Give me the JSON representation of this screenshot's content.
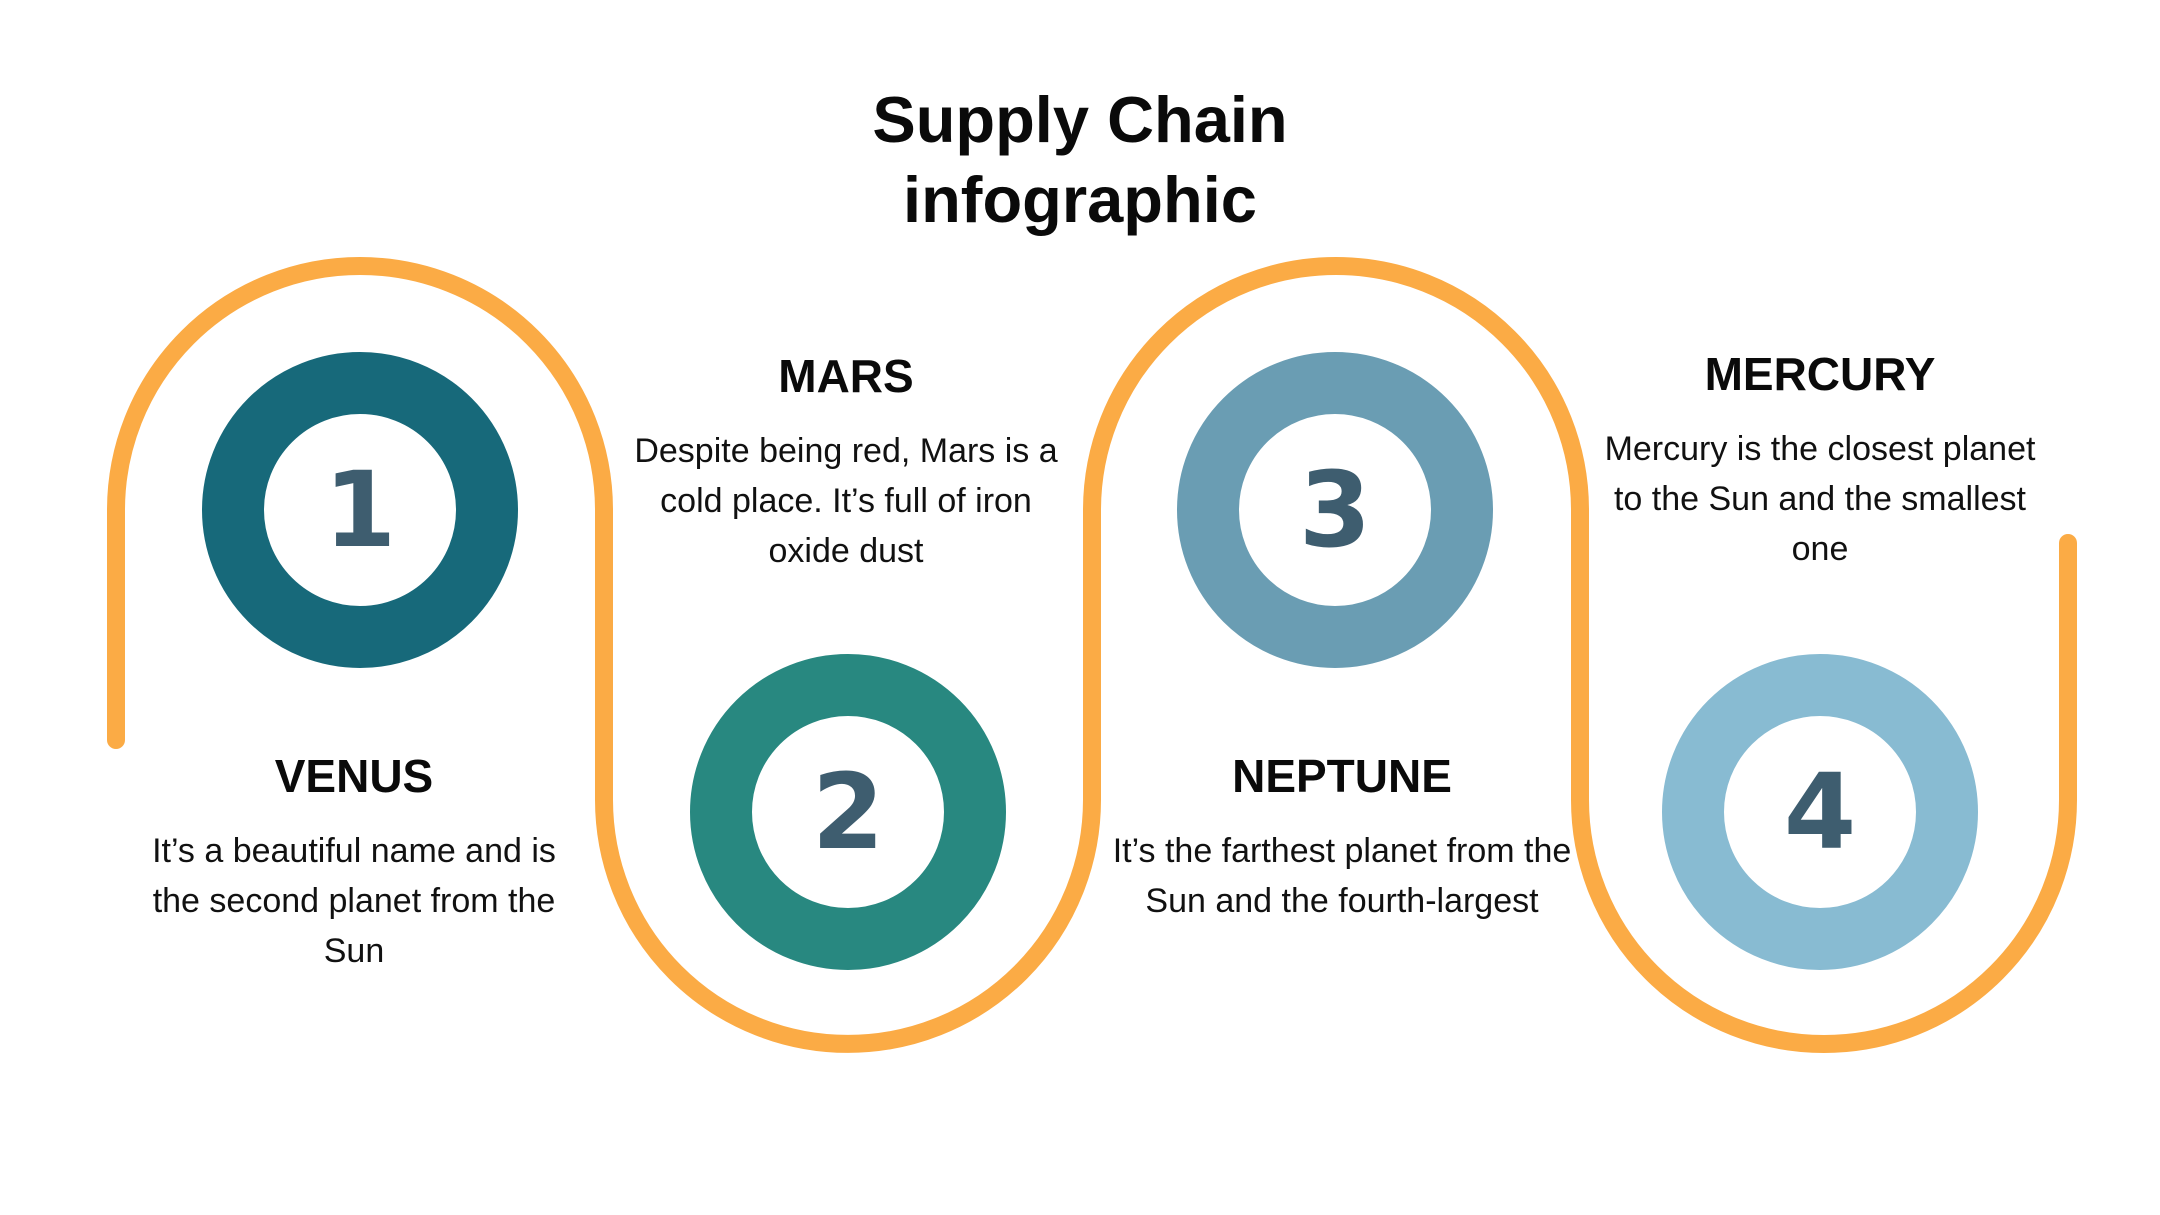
{
  "title": {
    "line1": "Supply Chain",
    "line2": "infographic"
  },
  "colors": {
    "path": "#fbab45",
    "step1": "#17697a",
    "step2": "#288880",
    "step3": "#6a9db3",
    "step4": "#88bbd2",
    "number": "#3e5d6f"
  },
  "steps": [
    {
      "number": "1",
      "title": "VENUS",
      "description": "It’s a beautiful name and is the second planet from the Sun"
    },
    {
      "number": "2",
      "title": "MARS",
      "description": "Despite being red, Mars is a cold place. It’s full of iron oxide dust"
    },
    {
      "number": "3",
      "title": "NEPTUNE",
      "description": "It’s the farthest planet from the Sun and the fourth-largest"
    },
    {
      "number": "4",
      "title": "MERCURY",
      "description": "Mercury is the closest planet to the Sun and the smallest one"
    }
  ]
}
